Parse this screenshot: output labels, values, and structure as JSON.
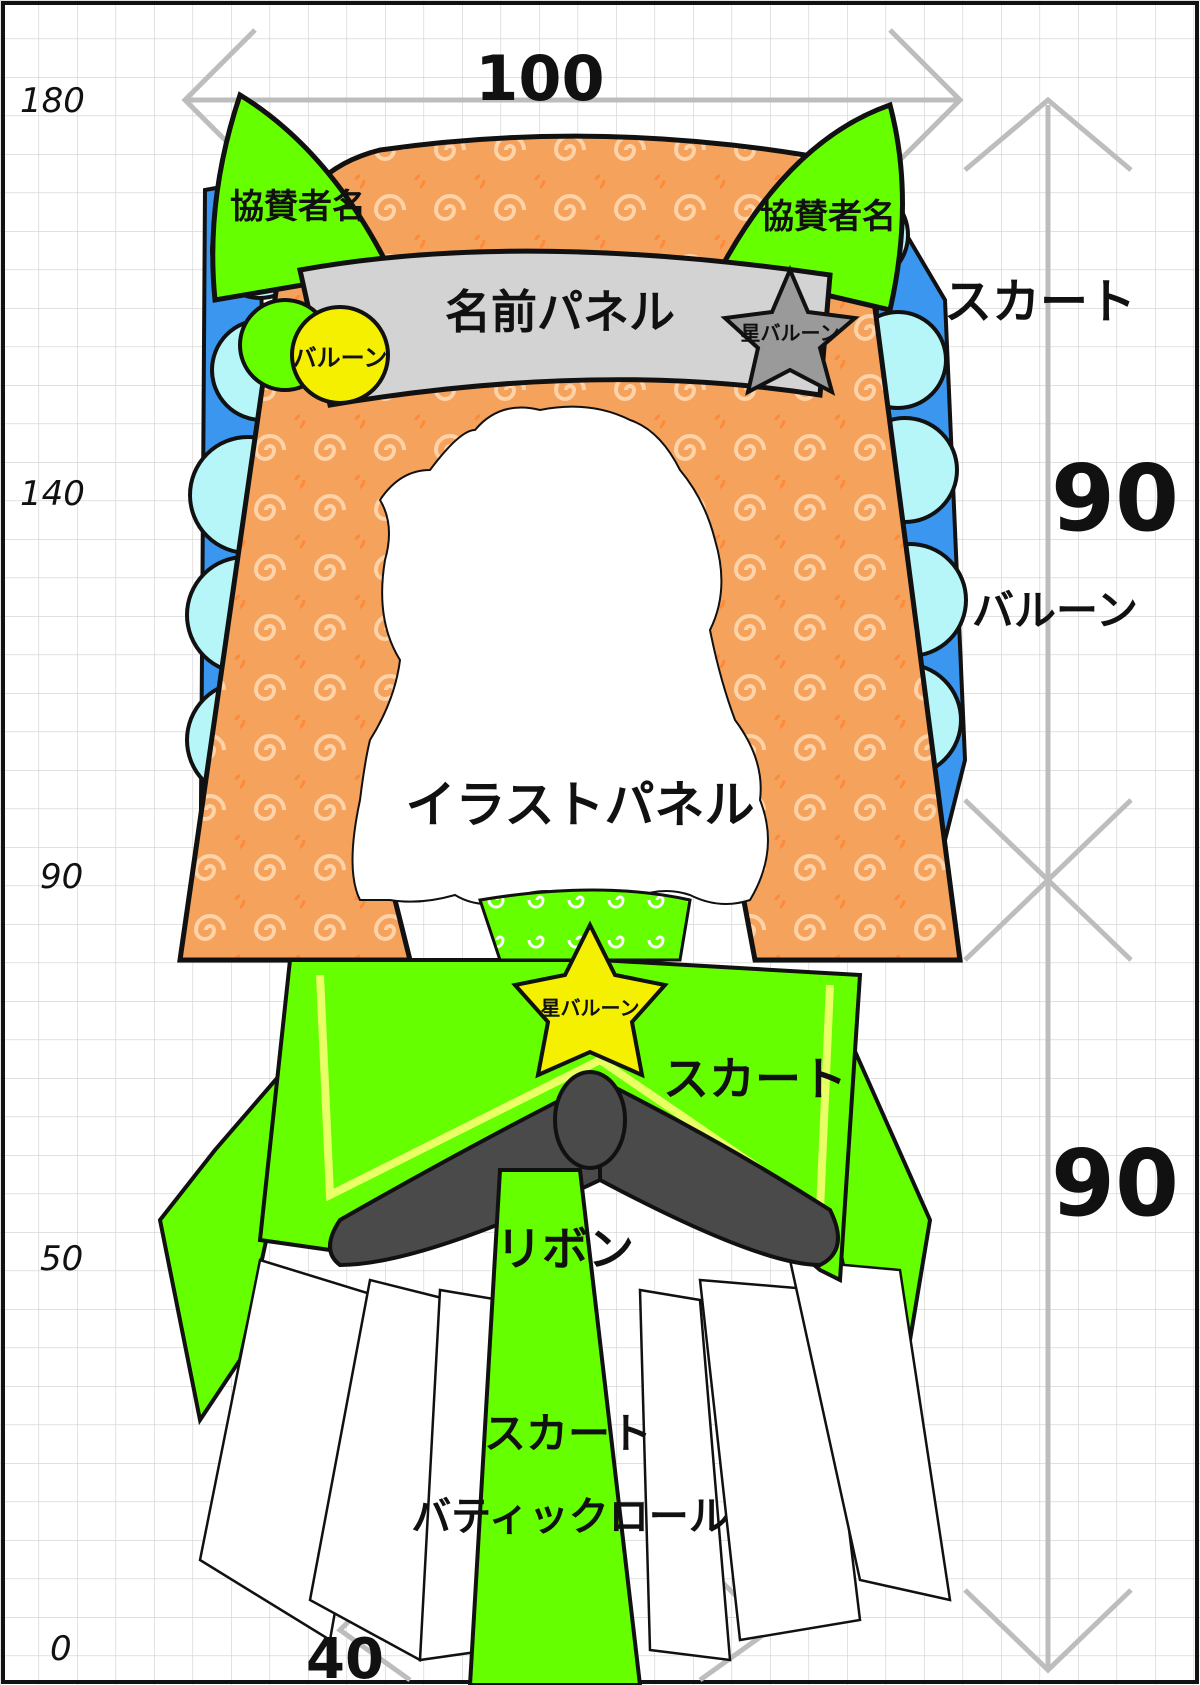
{
  "title": "",
  "dimensions": {
    "top_width": "100",
    "bottom_width": "40",
    "upper_height": "90",
    "lower_height": "90"
  },
  "scale_labels": [
    "180",
    "140",
    "90",
    "50",
    "0"
  ],
  "labels": {
    "sponsor_left": "協賛者名",
    "sponsor_right": "協賛者名",
    "name_panel": "名前パネル",
    "balloon_yellow": "バルーン",
    "star_balloon_gray": "星バルーン",
    "star_balloon_yellow": "星バルーン",
    "illust_panel": "イラストパネル",
    "skirt_upper_right": "スカート",
    "balloon_right": "バルーン",
    "skirt_middle": "スカート",
    "ribbon": "リボン",
    "skirt_tail": "スカート",
    "batik_roll": "バティックロール"
  },
  "colors": {
    "orange": "#f5a25d",
    "orange_pattern": "#ffd2a8",
    "green": "#66ff00",
    "green_dark": "#37c400",
    "light_cyan": "#b6f6f8",
    "blue": "#3a96ef",
    "gray_panel": "#d3d3d3",
    "yellow": "#f4f000",
    "ribbon_dark": "#4a4a4a"
  }
}
